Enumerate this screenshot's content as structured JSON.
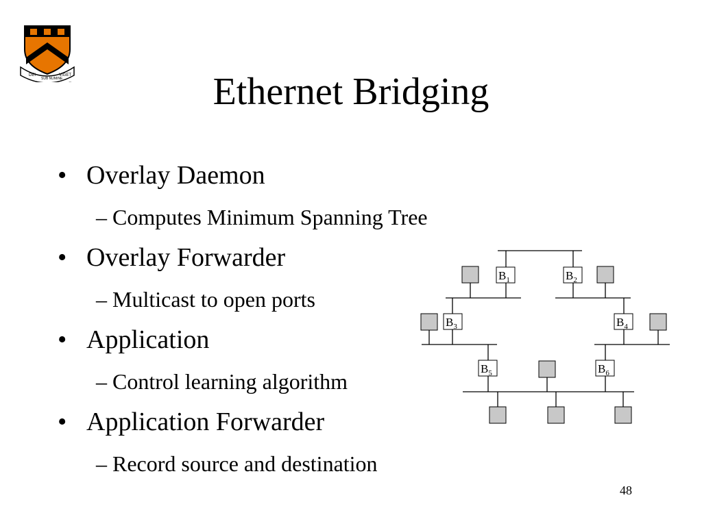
{
  "slide": {
    "title": "Ethernet Bridging",
    "page_number": "48",
    "bullets": [
      {
        "text": "Overlay Daemon",
        "sub": "Computes Minimum Spanning Tree"
      },
      {
        "text": "Overlay Forwarder",
        "sub": "Multicast to open ports"
      },
      {
        "text": "Application",
        "sub": "Control learning algorithm"
      },
      {
        "text": "Application Forwarder",
        "sub": "Record source and destination"
      }
    ]
  },
  "logo": {
    "motto": [
      "DEI",
      "SUB NUMINE",
      "VIGET"
    ],
    "mark": "®"
  },
  "diagram": {
    "bridges": [
      {
        "id": "b1",
        "letter": "B",
        "sub": "1"
      },
      {
        "id": "b2",
        "letter": "B",
        "sub": "2"
      },
      {
        "id": "b3",
        "letter": "B",
        "sub": "3"
      },
      {
        "id": "b4",
        "letter": "B",
        "sub": "4"
      },
      {
        "id": "b5",
        "letter": "B",
        "sub": "5"
      },
      {
        "id": "b6",
        "letter": "B",
        "sub": "6"
      }
    ],
    "colors": {
      "host_fill": "#c8c8c8",
      "stroke": "#000000",
      "bridge_fill": "#ffffff"
    }
  },
  "colors": {
    "shield_orange": "#e77500",
    "shield_black": "#000000"
  }
}
